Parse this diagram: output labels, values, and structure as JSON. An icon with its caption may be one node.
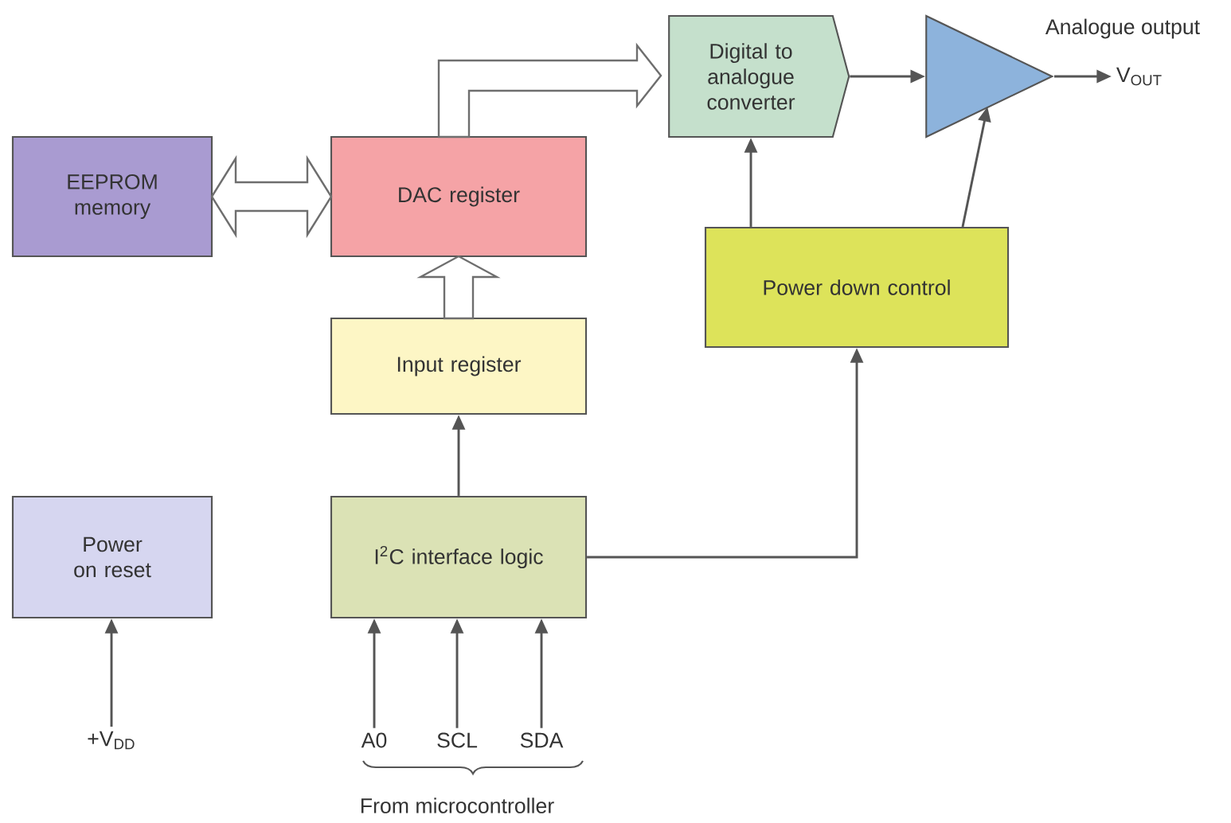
{
  "diagram": {
    "nodes": [
      {
        "text": [
          "EEPROM memory"
        ]
      },
      {
        "text": [
          "DAC register"
        ]
      },
      {
        "text": [
          "Input register"
        ]
      },
      {
        "text": [
          "I$^{2}$C interface logic"
        ]
      },
      {
        "text": [
          "Power on reset"
        ]
      },
      {
        "text": [
          "Digital to analogue converter"
        ]
      },
      {
        "text": [],
        "shape": "triangle"
      },
      {
        "text": [
          "Power down control"
        ]
      },
      {
        "text": [
          "V$_{OUT}$"
        ]
      },
      {
        "text": [
          "+V$_{DD}$"
        ]
      },
      {
        "text": [
          "A0"
        ]
      },
      {
        "text": [
          "SCL"
        ]
      },
      {
        "text": [
          "SDA"
        ]
      }
    ],
    "edges": [
      {
        "from": 0,
        "to": 1,
        "arrow": "both",
        "style": "thick"
      },
      {
        "from": 2,
        "to": 1,
        "arrow": "to",
        "style": "thick"
      },
      {
        "from": 1,
        "to": 5,
        "arrow": "to",
        "style": "thick"
      },
      {
        "from": 5,
        "to": 6,
        "arrow": "to"
      },
      {
        "from": 6,
        "to": 8,
        "arrow": "to"
      },
      {
        "from": 7,
        "to": 5,
        "arrow": "to"
      },
      {
        "from": 7,
        "to": 6,
        "arrow": "to"
      },
      {
        "from": 3,
        "to": 2,
        "arrow": "to"
      },
      {
        "from": 3,
        "to": 7,
        "arrow": "to"
      },
      {
        "from": 9,
        "to": 4,
        "arrow": "to"
      },
      {
        "from": 10,
        "to": 3,
        "arrow": "to"
      },
      {
        "from": 11,
        "to": 3,
        "arrow": "to"
      },
      {
        "from": 12,
        "to": 3,
        "arrow": "to"
      }
    ],
    "labels": [
      "Analogue output",
      "From microcontroller"
    ]
  }
}
